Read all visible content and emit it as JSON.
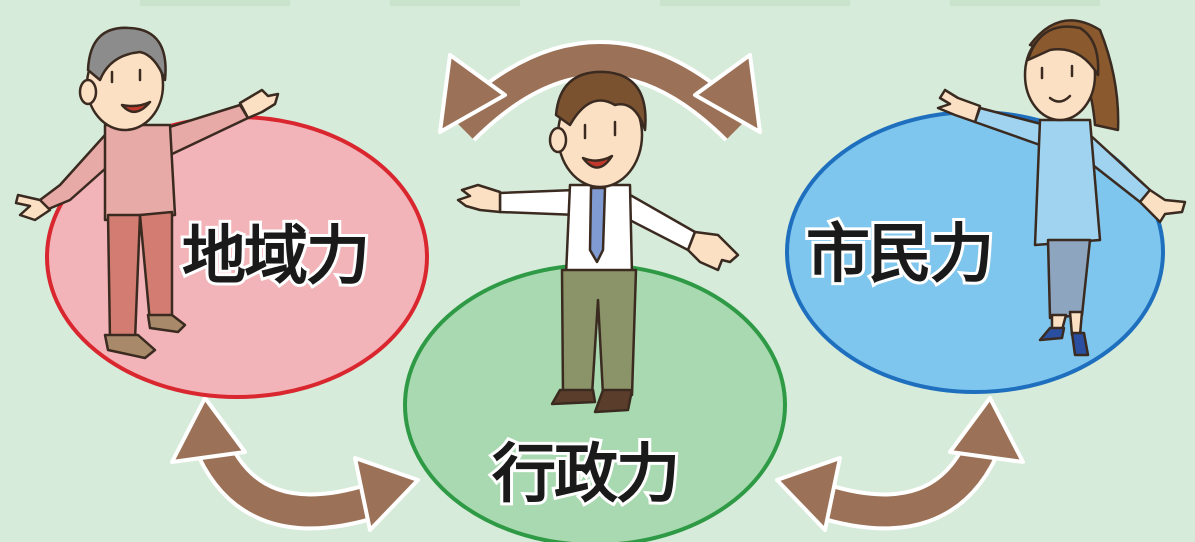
{
  "diagram": {
    "nodes": [
      {
        "id": "regional",
        "label": "地域力",
        "color": "#f2b4b8",
        "stroke": "#d9262f"
      },
      {
        "id": "administrative",
        "label": "行政力",
        "color": "#a9d9b0",
        "stroke": "#2f9a45"
      },
      {
        "id": "citizen",
        "label": "市民力",
        "color": "#7ec6ee",
        "stroke": "#1f6fbf"
      }
    ],
    "connections": [
      {
        "from": "regional",
        "to": "citizen"
      },
      {
        "from": "regional",
        "to": "administrative"
      },
      {
        "from": "administrative",
        "to": "citizen"
      }
    ],
    "arrow_color": "#9b7257",
    "background": "#d6ebd9"
  }
}
